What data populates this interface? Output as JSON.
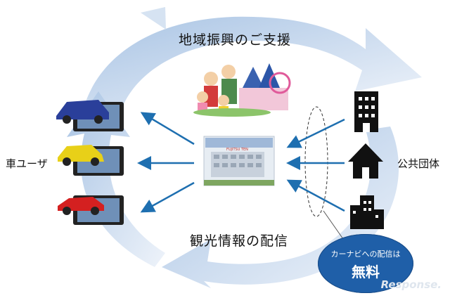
{
  "diagram": {
    "title_top": "地域振興のご支援",
    "title_bottom": "観光情報の配信",
    "label_users": "車ユーザ",
    "label_public": "公共団体",
    "badge_line1": "カーナビへの配信は",
    "badge_line2": "無料",
    "watermark": "Response.",
    "building_sign": "FUJITSU TEN",
    "car_colors": [
      "#2a3f9a",
      "#e8d018",
      "#d42020"
    ],
    "arrow_color": "#1e6fb0",
    "cycle_color": "#c9d9ec"
  }
}
